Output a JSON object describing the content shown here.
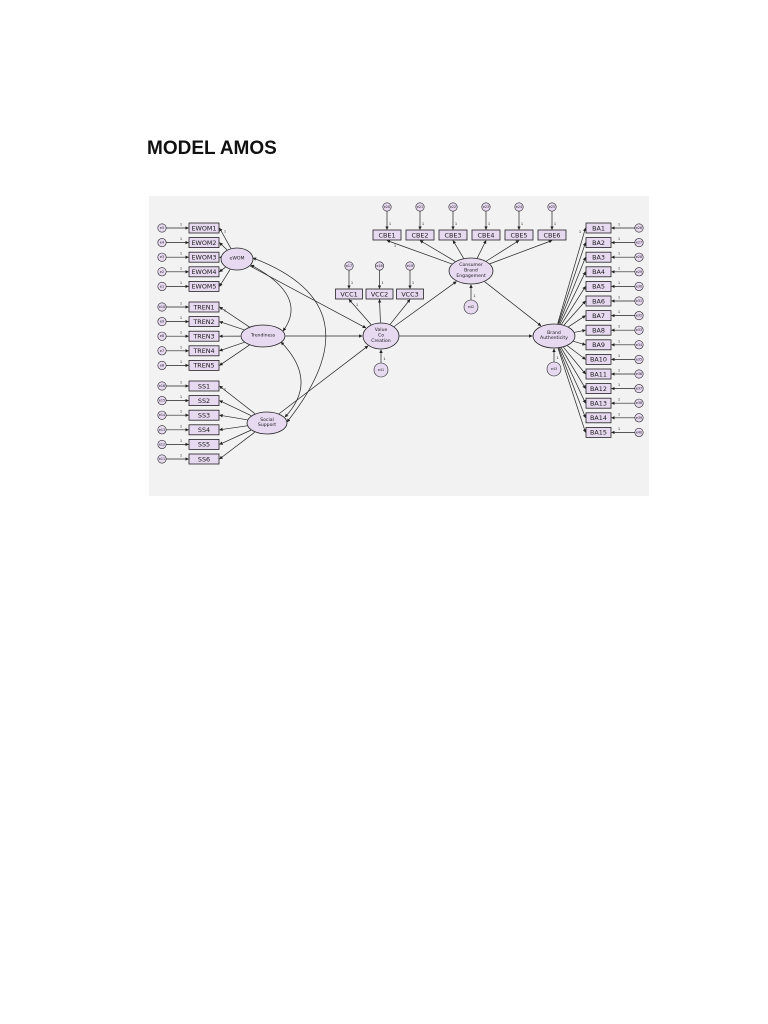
{
  "heading": "MODEL AMOS",
  "diagram": {
    "latents": [
      {
        "id": "ewom",
        "label": [
          "eWOM"
        ]
      },
      {
        "id": "tren",
        "label": [
          "Trendiness"
        ]
      },
      {
        "id": "ss",
        "label": [
          "Social",
          "Support"
        ]
      },
      {
        "id": "vcc",
        "label": [
          "Value",
          "Co",
          "Creation"
        ]
      },
      {
        "id": "cbe",
        "label": [
          "Consumer",
          "Brand",
          "Engagement"
        ]
      },
      {
        "id": "ba",
        "label": [
          "Brand",
          "Authenticity"
        ]
      }
    ],
    "disturbances": [
      {
        "label": "e41",
        "of": "vcc"
      },
      {
        "label": "e42",
        "of": "cbe"
      },
      {
        "label": "e43",
        "of": "ba"
      }
    ],
    "indicator_groups": [
      {
        "latent": "ewom",
        "side": "left",
        "items": [
          "EWOM1",
          "EWOM2",
          "EWOM3",
          "EWOM4",
          "EWOM5"
        ],
        "errors": [
          "e5",
          "e4",
          "e3",
          "e2",
          "e1"
        ]
      },
      {
        "latent": "tren",
        "side": "left",
        "items": [
          "TREN1",
          "TREN2",
          "TREN3",
          "TREN4",
          "TREN5"
        ],
        "errors": [
          "e10",
          "e9",
          "e8",
          "e7",
          "e6"
        ]
      },
      {
        "latent": "ss",
        "side": "left",
        "items": [
          "SS1",
          "SS2",
          "SS3",
          "SS4",
          "SS5",
          "SS6"
        ],
        "errors": [
          "e16",
          "e15",
          "e14",
          "e13",
          "e12",
          "e11"
        ]
      },
      {
        "latent": "vcc",
        "side": "top",
        "items": [
          "VCC1",
          "VCC2",
          "VCC3"
        ],
        "errors": [
          "e17",
          "e18",
          "e19"
        ]
      },
      {
        "latent": "cbe",
        "side": "top",
        "items": [
          "CBE1",
          "CBE2",
          "CBE3",
          "CBE4",
          "CBE5",
          "CBE6"
        ],
        "errors": [
          "e20",
          "e21",
          "e22",
          "e23",
          "e24",
          "e25"
        ]
      },
      {
        "latent": "ba",
        "side": "right",
        "items": [
          "BA1",
          "BA2",
          "BA3",
          "BA4",
          "BA5",
          "BA6",
          "BA7",
          "BA8",
          "BA9",
          "BA10",
          "BA11",
          "BA12",
          "BA13",
          "BA14",
          "BA15"
        ],
        "errors": [
          "e26",
          "e27",
          "e28",
          "e29",
          "e30",
          "e31",
          "e32",
          "e33",
          "e34",
          "e35",
          "e36",
          "e37",
          "e38",
          "e39",
          "e40"
        ]
      }
    ],
    "fixed_loading_label": "1"
  }
}
